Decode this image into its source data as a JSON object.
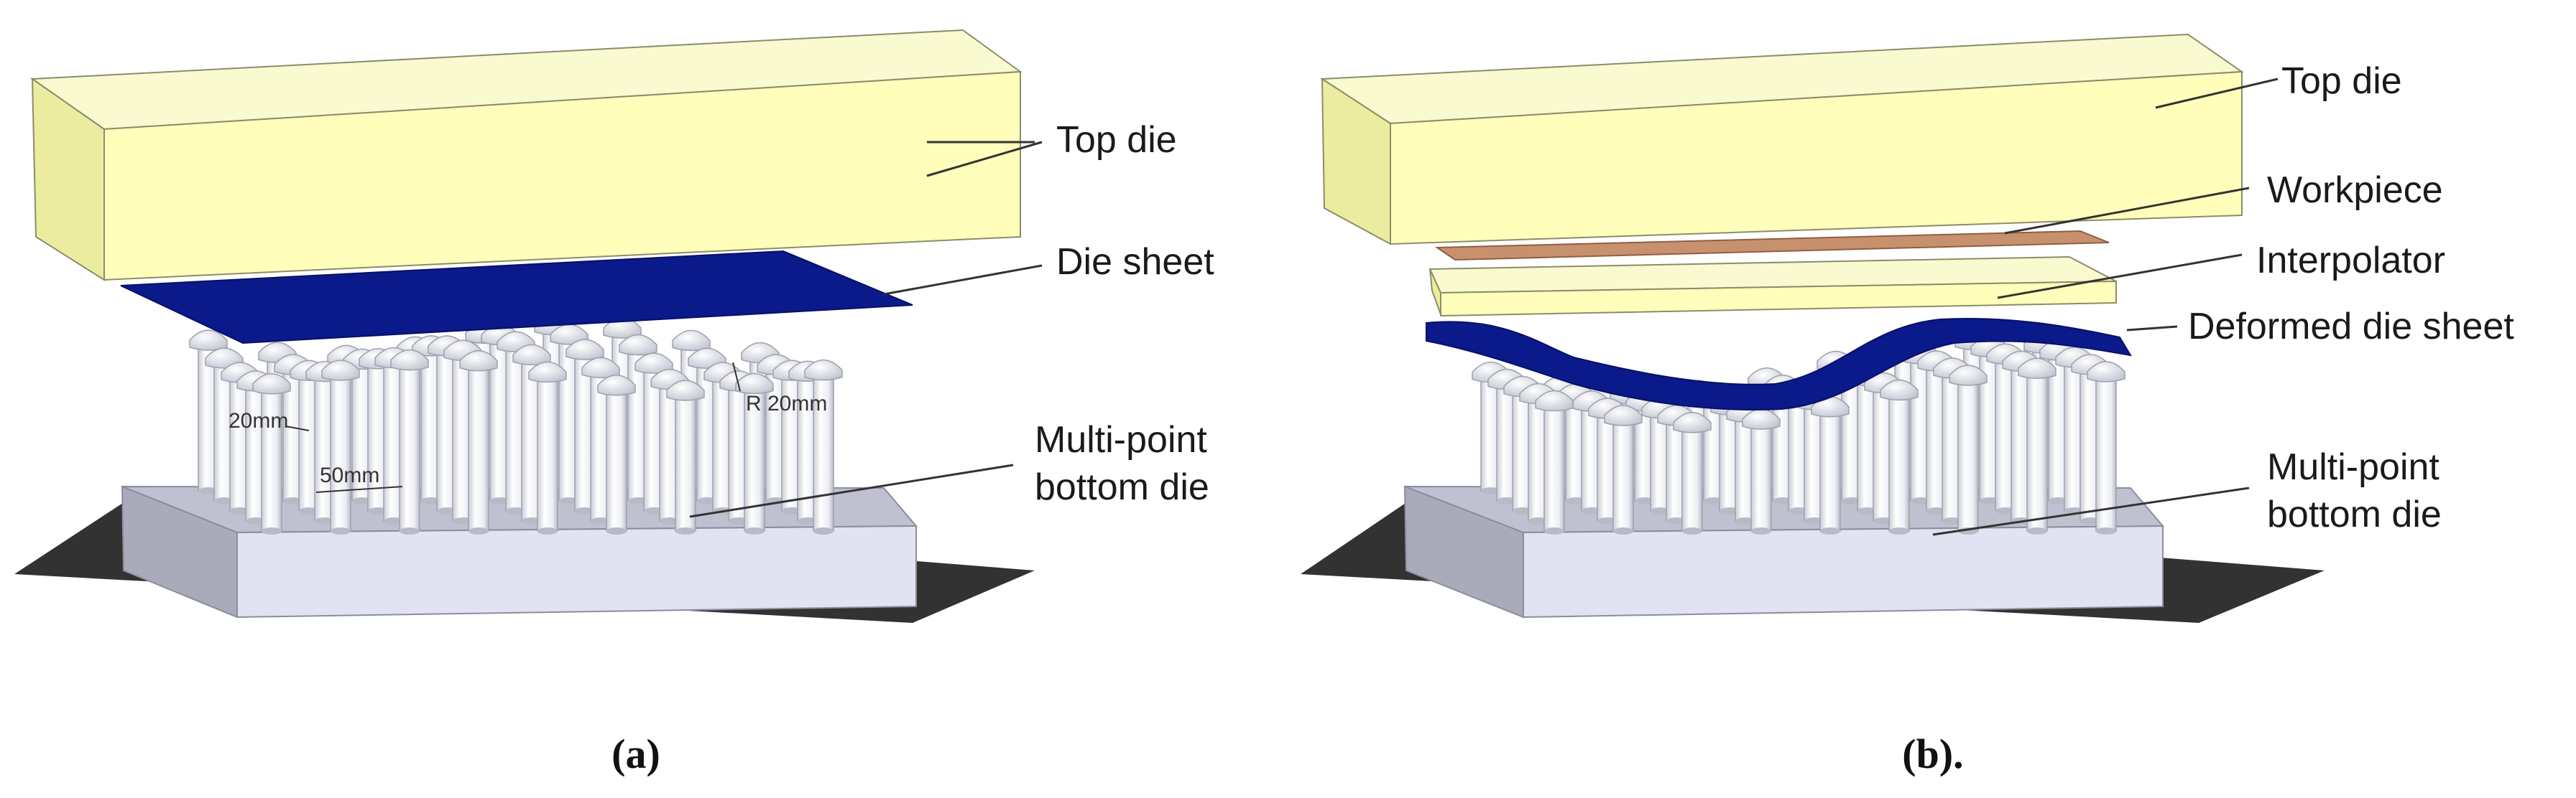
{
  "panel_a": {
    "caption": "(a)",
    "labels": {
      "top_die": "Top die",
      "die_sheet": "Die sheet",
      "bottom_die_line1": "Multi-point",
      "bottom_die_line2": "bottom die"
    },
    "dimensions": {
      "pin_height": "20mm",
      "pin_spacing": "50mm",
      "pin_radius": "R 20mm"
    }
  },
  "panel_b": {
    "caption": "(b).",
    "labels": {
      "top_die": "Top die",
      "workpiece": "Workpiece",
      "interpolator": "Interpolator",
      "deformed_die_sheet": "Deformed die sheet",
      "bottom_die_line1": "Multi-point",
      "bottom_die_line2": "bottom die"
    }
  },
  "colors": {
    "top_die_front": "#ffffbb",
    "top_die_top": "#fafad0",
    "top_die_side": "#ececa0",
    "die_sheet": "#0a1a8a",
    "workpiece": "#c8916e",
    "pin": "#f4f5fa",
    "pin_shade": "#c9ccd6",
    "base_front": "#e1e2f2",
    "base_top": "#bfc1d0",
    "shadow": "#1c1c1c"
  }
}
